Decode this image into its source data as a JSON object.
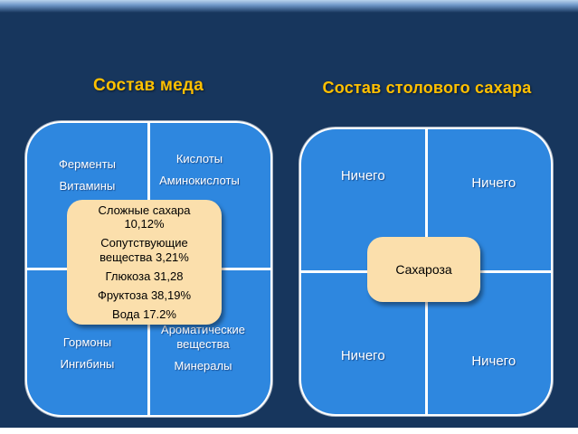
{
  "slide": {
    "background_color": "#17365D",
    "title_color": "#FFC000",
    "quadrant_color": "#2E87DF",
    "divider_color": "#FFFFFF",
    "center_box_color": "#FBDFAC"
  },
  "left_diagram": {
    "title": "Состав меда",
    "quadrants": {
      "top_left": [
        "Ферменты",
        "Витамины"
      ],
      "top_right": [
        "Кислоты",
        "Аминокислоты"
      ],
      "bottom_left": [
        "Гормоны",
        "Ингибины"
      ],
      "bottom_right": [
        "Ароматические вещества",
        "Минералы"
      ]
    },
    "center_lines": [
      "Сложные сахара 10,12%",
      "Сопутствующие вещества 3,21%",
      "Глюкоза 31,28",
      "Фруктоза 38,19%",
      "Вода 17.2%"
    ]
  },
  "right_diagram": {
    "title": "Состав столового сахара",
    "quadrants": {
      "top_left": "Ничего",
      "top_right": "Ничего",
      "bottom_left": "Ничего",
      "bottom_right": "Ничего"
    },
    "center_label": "Сахароза"
  }
}
